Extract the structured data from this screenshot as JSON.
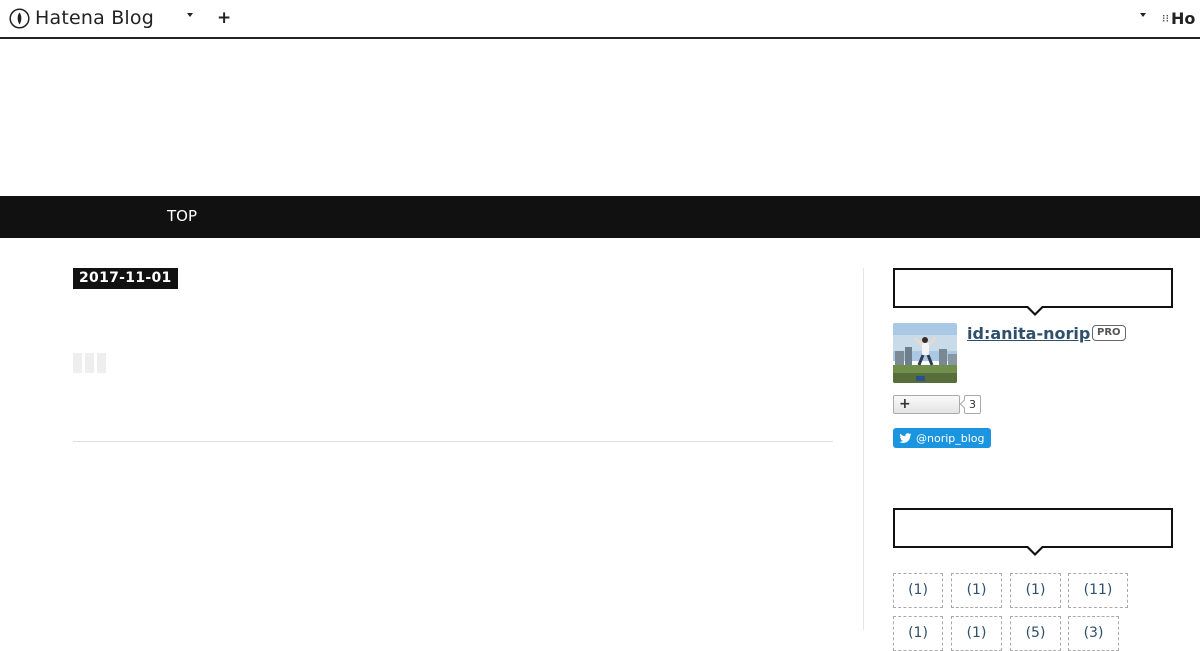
{
  "globalbar": {
    "logo_text": "Hatena Blog",
    "right_brand_text": "Ho",
    "icons": {
      "logo": "hatena-logo-icon",
      "dropdown": "caret-down-icon",
      "add": "plus-icon"
    }
  },
  "nav": {
    "items": [
      {
        "label": "TOP"
      }
    ]
  },
  "entry": {
    "date": "2017-11-01"
  },
  "sidebar": {
    "profile": {
      "user_id": "id:anita-norip",
      "badge": "PRO",
      "follower_count": "3",
      "twitter_handle": "@norip_blog"
    },
    "tags": {
      "row1": [
        "(1)",
        "(1)",
        "(1)",
        "(11)"
      ],
      "row2": [
        "(1)",
        "(1)",
        "(5)",
        "(3)"
      ]
    }
  },
  "colors": {
    "nav_bg": "#111111",
    "link": "#2f4f6a",
    "twitter": "#1b95e0"
  }
}
